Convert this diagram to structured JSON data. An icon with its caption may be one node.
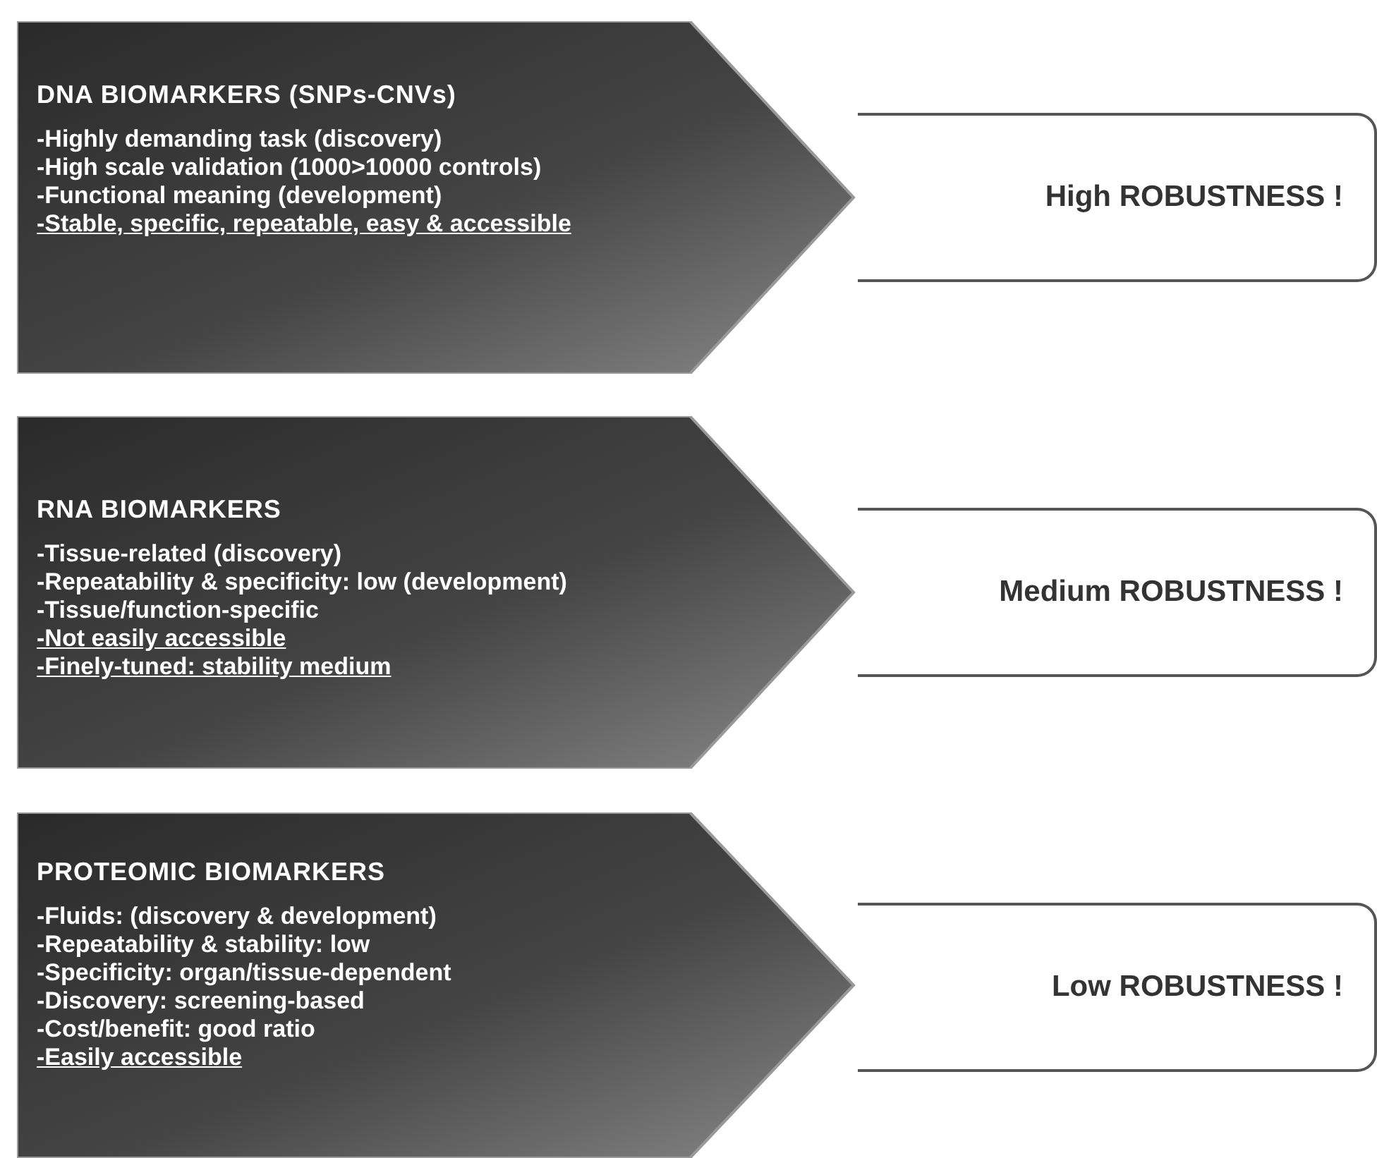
{
  "diagram": {
    "nodes": [
      {
        "text": [
          "DNA BIOMARKERS (SNPs-CNVs)",
          "-Highly demanding task (discovery)",
          "-High scale validation (1000>10000 controls)",
          "-Functional meaning (development)",
          "-Stable, specific, repeatable, easy & accessible"
        ]
      },
      {
        "text": [
          "High ROBUSTNESS !"
        ]
      },
      {
        "text": [
          "RNA BIOMARKERS",
          "-Tissue-related (discovery)",
          "-Repeatability & specificity: low (development)",
          "-Tissue/function-specific",
          "-Not easily accessible",
          "-Finely-tuned: stability medium"
        ]
      },
      {
        "text": [
          "Medium ROBUSTNESS !"
        ]
      },
      {
        "text": [
          "PROTEOMIC BIOMARKERS",
          "-Fluids: (discovery & development)",
          "-Repeatability & stability: low",
          "-Specificity: organ/tissue-dependent",
          "-Discovery: screening-based",
          "-Cost/benefit: good ratio",
          "-Easily accessible"
        ]
      },
      {
        "text": [
          "Low ROBUSTNESS !"
        ]
      }
    ]
  }
}
